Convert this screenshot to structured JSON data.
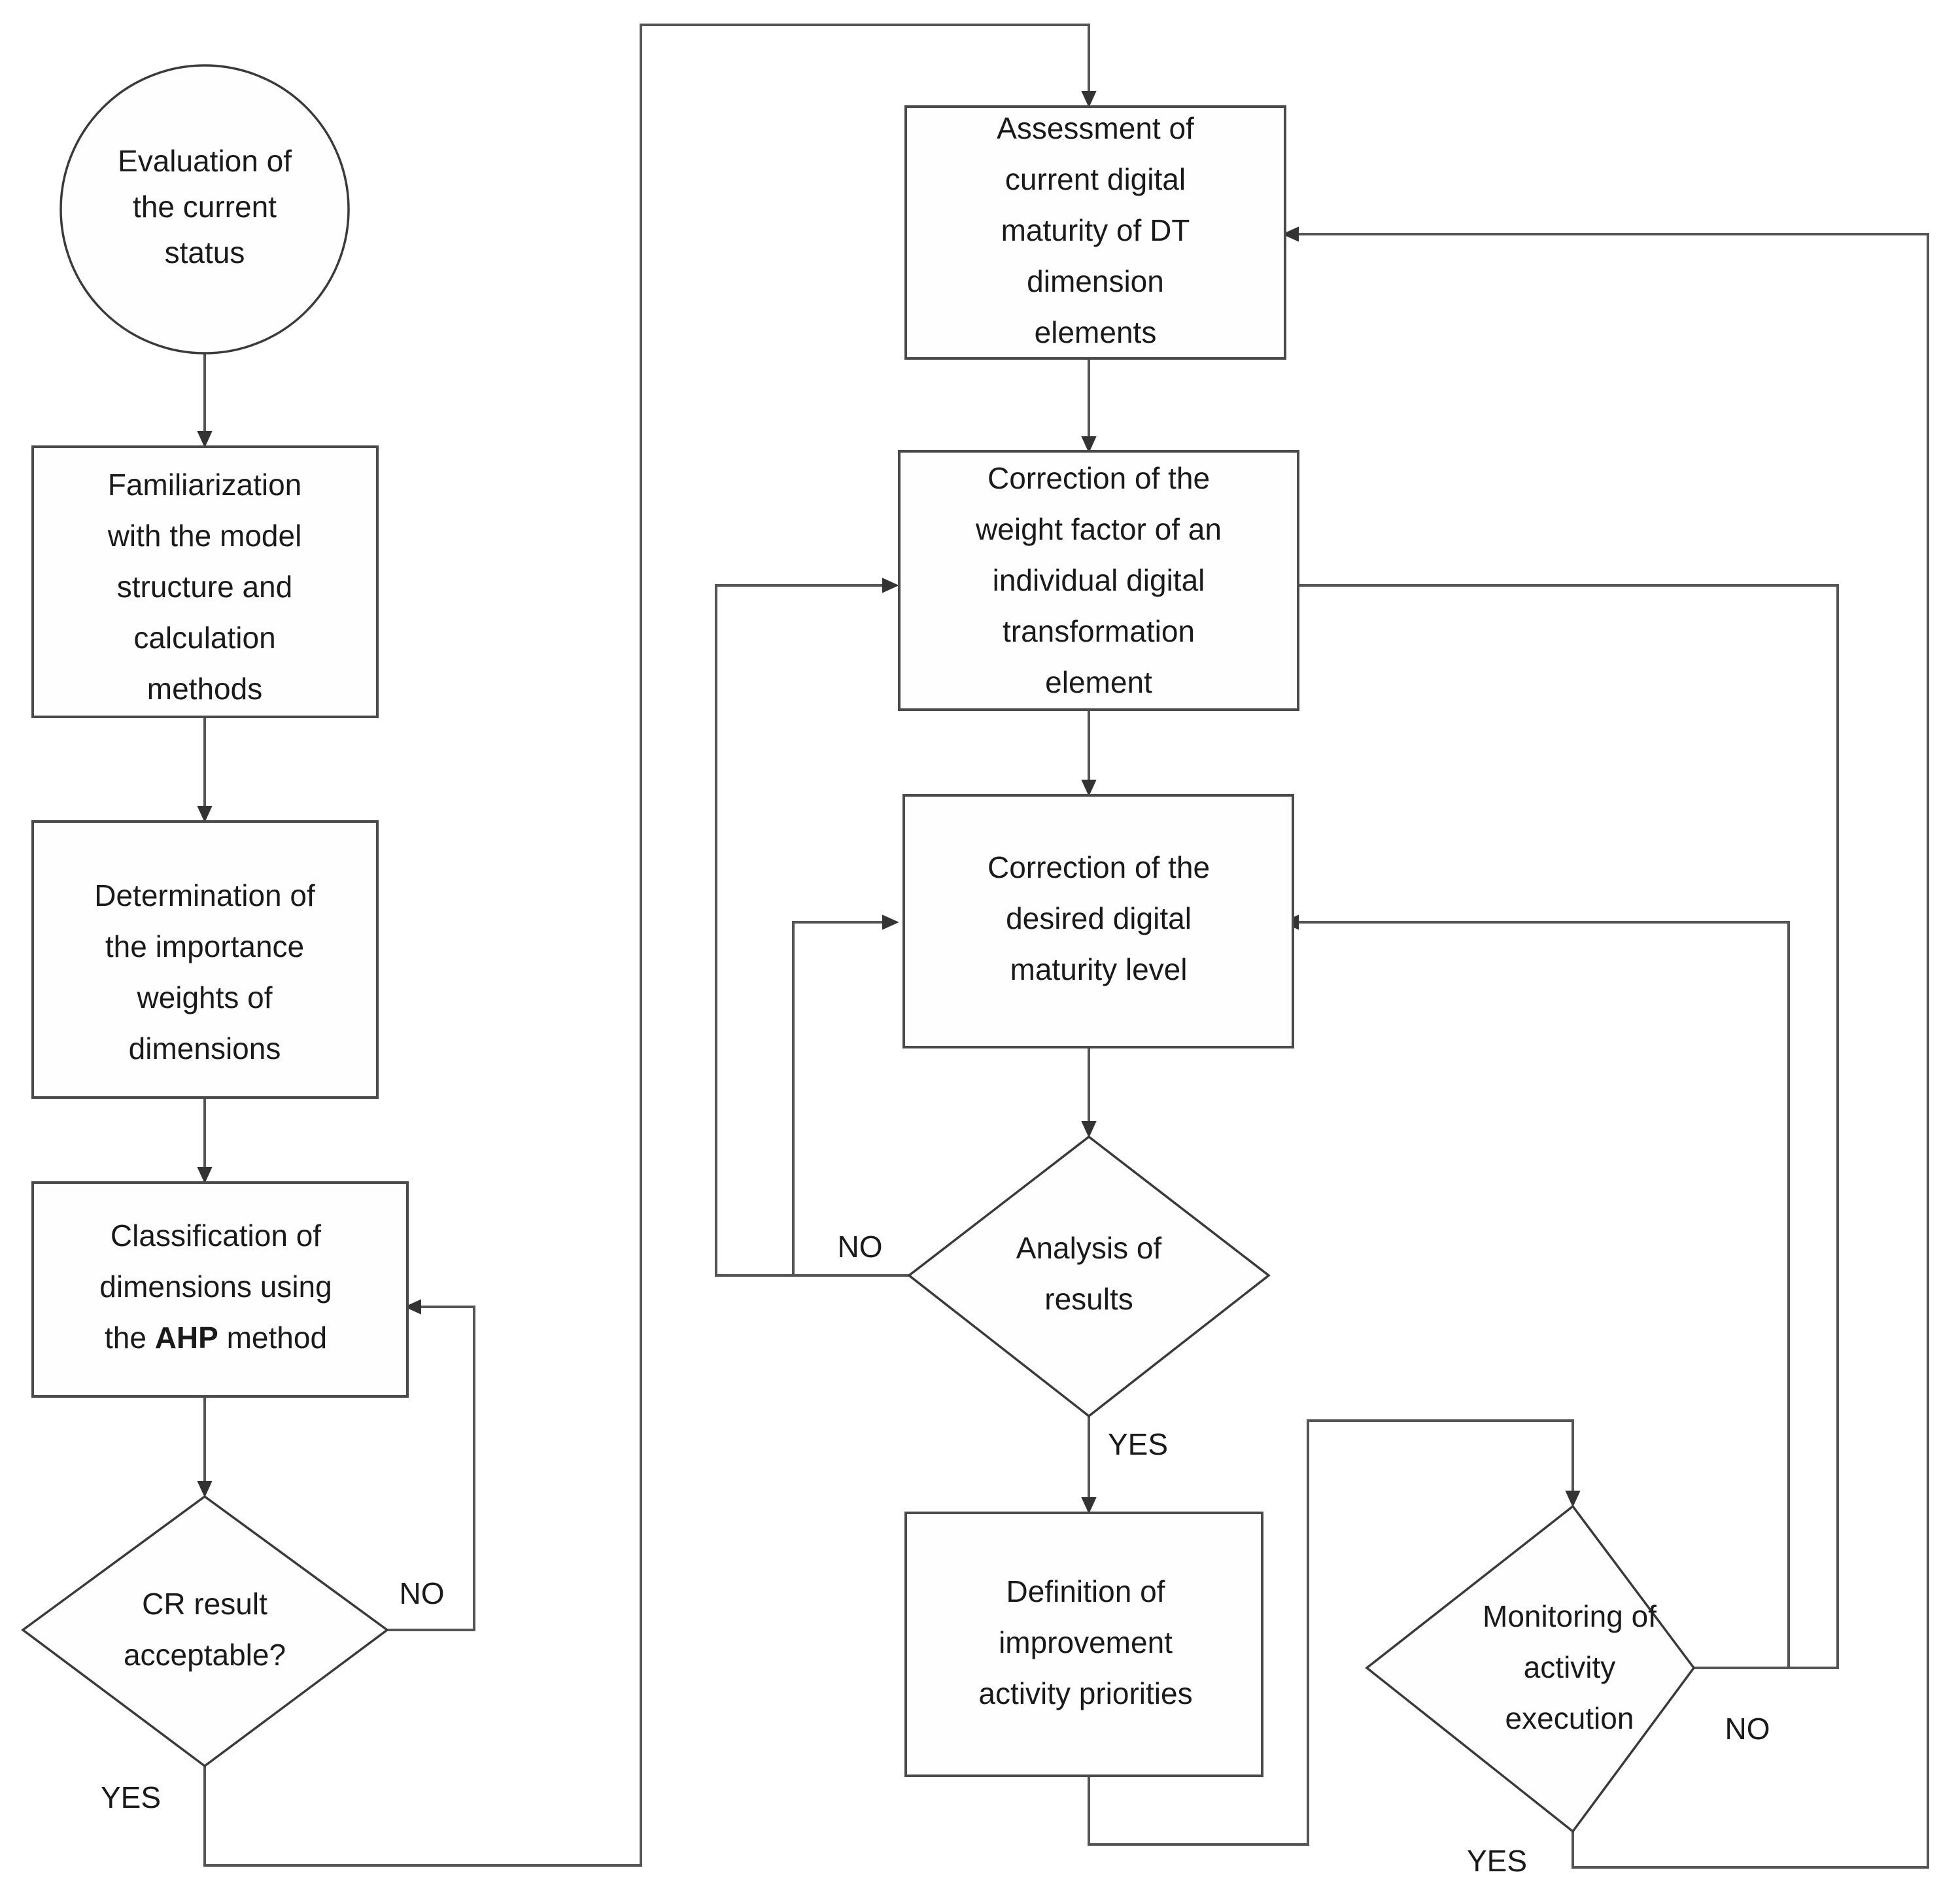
{
  "diagram": {
    "title": "Digital transformation maturity evaluation flowchart",
    "stroke_color": "#4a4a4a",
    "text_color": "#1a1a1a",
    "fill_color": "#fefefe"
  },
  "nodes": [
    {
      "id": "start",
      "type": "terminator-circle",
      "lines": [
        "Evaluation of",
        "the current",
        "status"
      ]
    },
    {
      "id": "familiarization",
      "type": "process",
      "lines": [
        "Familiarization",
        "with the model",
        "structure and",
        "calculation",
        "methods"
      ]
    },
    {
      "id": "determination",
      "type": "process",
      "lines": [
        "Determination of",
        "the importance",
        "weights of",
        "dimensions"
      ]
    },
    {
      "id": "classification",
      "type": "process",
      "lines": [
        "Classification of",
        "dimensions using",
        "the AHP method"
      ],
      "bold_term": "AHP"
    },
    {
      "id": "cr-decision",
      "type": "decision",
      "lines": [
        "CR result",
        "acceptable?"
      ]
    },
    {
      "id": "assessment",
      "type": "process",
      "lines": [
        "Assessment of",
        "current digital",
        "maturity of DT",
        "dimension",
        "elements"
      ]
    },
    {
      "id": "weight-correction",
      "type": "process",
      "lines": [
        "Correction of the",
        "weight factor of an",
        "individual digital",
        "transformation",
        "element"
      ]
    },
    {
      "id": "maturity-correction",
      "type": "process",
      "lines": [
        "Correction of the",
        "desired digital",
        "maturity level"
      ]
    },
    {
      "id": "analysis-decision",
      "type": "decision",
      "lines": [
        "Analysis of",
        "results"
      ]
    },
    {
      "id": "definition-priorities",
      "type": "process",
      "lines": [
        "Definition of",
        "improvement",
        "activity priorities"
      ]
    },
    {
      "id": "monitoring-decision",
      "type": "decision",
      "lines": [
        "Monitoring of",
        "activity",
        "execution"
      ]
    }
  ],
  "edge_labels": {
    "cr_no": "NO",
    "cr_yes": "YES",
    "analysis_no": "NO",
    "analysis_yes": "YES",
    "monitoring_no": "NO",
    "monitoring_yes": "YES"
  },
  "edges": [
    {
      "from": "start",
      "to": "familiarization",
      "label": ""
    },
    {
      "from": "familiarization",
      "to": "determination",
      "label": ""
    },
    {
      "from": "determination",
      "to": "classification",
      "label": ""
    },
    {
      "from": "classification",
      "to": "cr-decision",
      "label": ""
    },
    {
      "from": "cr-decision",
      "to": "classification",
      "label": "NO"
    },
    {
      "from": "cr-decision",
      "to": "assessment",
      "label": "YES"
    },
    {
      "from": "assessment",
      "to": "weight-correction",
      "label": ""
    },
    {
      "from": "weight-correction",
      "to": "maturity-correction",
      "label": ""
    },
    {
      "from": "maturity-correction",
      "to": "analysis-decision",
      "label": ""
    },
    {
      "from": "analysis-decision",
      "to": "weight-correction",
      "label": "NO"
    },
    {
      "from": "analysis-decision",
      "to": "maturity-correction",
      "label": "NO"
    },
    {
      "from": "analysis-decision",
      "to": "definition-priorities",
      "label": "YES"
    },
    {
      "from": "definition-priorities",
      "to": "monitoring-decision",
      "label": ""
    },
    {
      "from": "monitoring-decision",
      "to": "weight-correction",
      "label": "NO"
    },
    {
      "from": "monitoring-decision",
      "to": "maturity-correction",
      "label": "NO"
    },
    {
      "from": "monitoring-decision",
      "to": "assessment",
      "label": "YES"
    }
  ]
}
